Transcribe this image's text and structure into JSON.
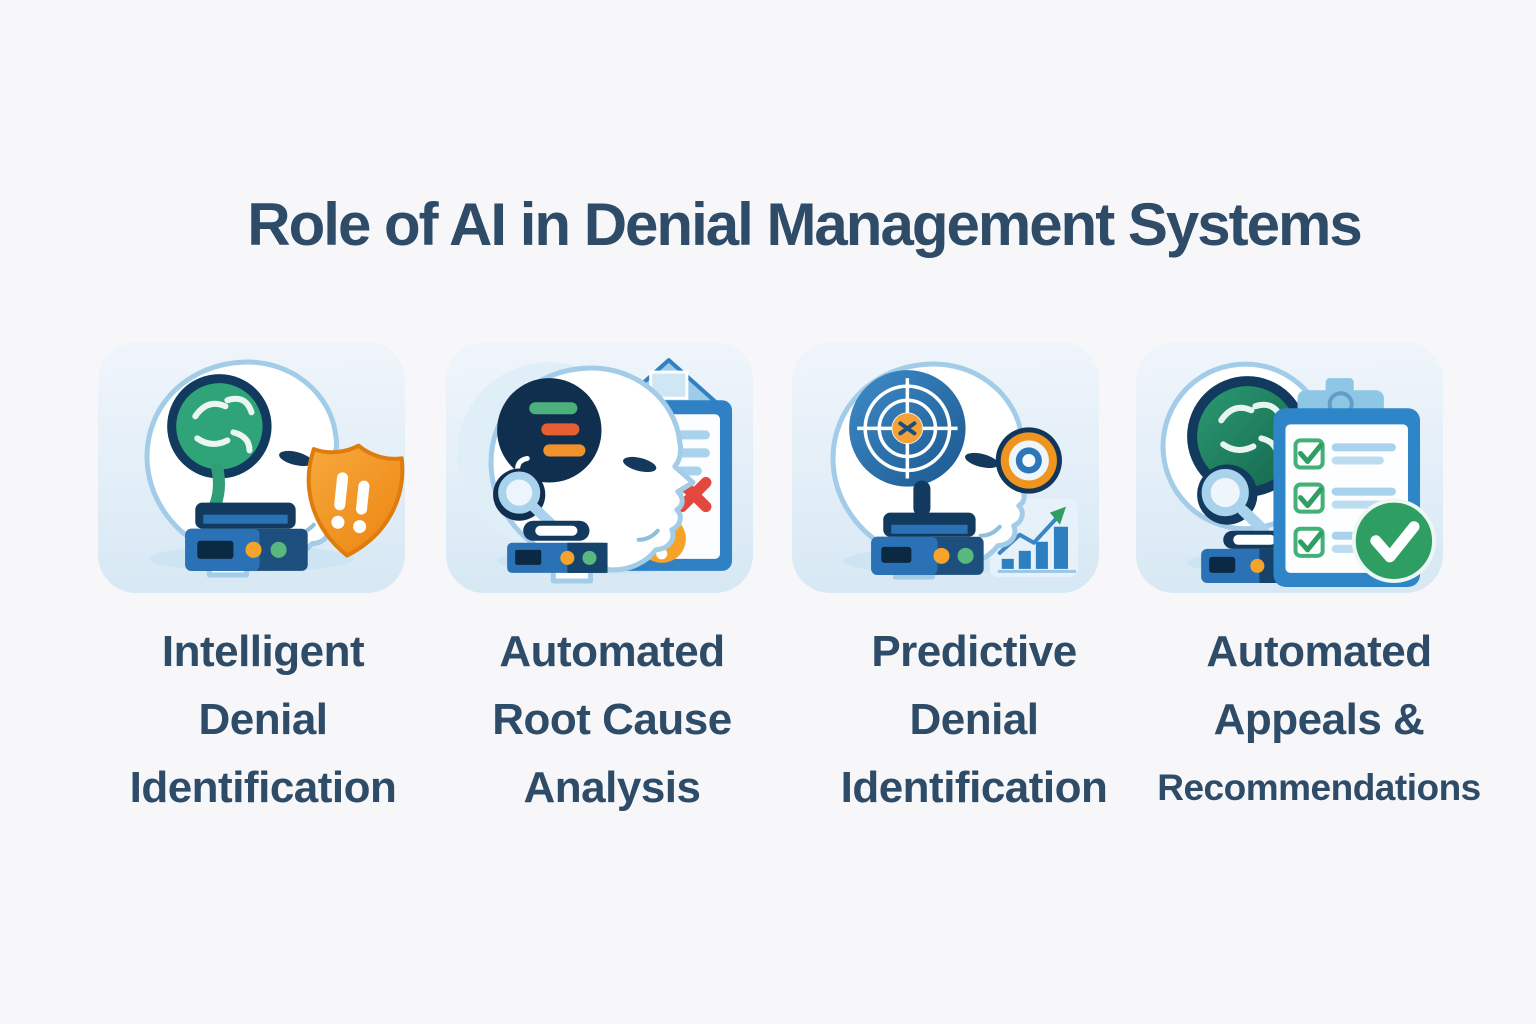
{
  "page": {
    "title": "Role of AI in Denial Management Systems",
    "background_color": "#f7f7f9",
    "title_color": "#2e4b68"
  },
  "palette": {
    "navy": "#123a5e",
    "blue": "#2d7fc0",
    "light_blue": "#a9d2ec",
    "card_gradient_top": "#f0f5fb",
    "card_gradient_bottom": "#d6e8f4",
    "orange": "#f29b27",
    "red": "#e2483d",
    "success_green": "#2e9e63",
    "brain_green": "#2fa478",
    "label_text": "#2e4b68"
  },
  "cards": [
    {
      "icon": "ai-head-brain-shield-alert-icon",
      "label_lines": [
        "Intelligent",
        "Denial",
        "Identification"
      ]
    },
    {
      "icon": "ai-head-document-error-analysis-icon",
      "label_lines": [
        "Automated",
        "Root Cause",
        "Analysis"
      ]
    },
    {
      "icon": "ai-head-target-trend-chart-icon",
      "label_lines": [
        "Predictive",
        "Denial",
        "Identification"
      ]
    },
    {
      "icon": "ai-head-checklist-approved-icon",
      "label_lines": [
        "Automated",
        "Appeals &",
        "Recommendations"
      ]
    }
  ]
}
